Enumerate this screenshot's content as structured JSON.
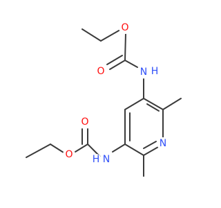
{
  "colors": {
    "bond": "#3a3a3a",
    "oxygen": "#ff0d0d",
    "nitrogen": "#3050f8",
    "background": "#ffffff"
  },
  "atoms": [
    {
      "name": "ester-o-top",
      "label": "O",
      "element": "oxygen"
    },
    {
      "name": "carbonyl-o-top",
      "label": "O",
      "element": "oxygen"
    },
    {
      "name": "amide-n-top",
      "label": "N",
      "element": "nitrogen"
    },
    {
      "name": "amide-h-top",
      "label": "H",
      "element": "nitrogen"
    },
    {
      "name": "ring-n",
      "label": "N",
      "element": "nitrogen"
    },
    {
      "name": "carbonyl-o-bottom",
      "label": "O",
      "element": "oxygen"
    },
    {
      "name": "ester-o-bottom",
      "label": "O",
      "element": "oxygen"
    },
    {
      "name": "amide-h-bottom",
      "label": "H",
      "element": "nitrogen"
    },
    {
      "name": "amide-n-bottom",
      "label": "N",
      "element": "nitrogen"
    }
  ]
}
